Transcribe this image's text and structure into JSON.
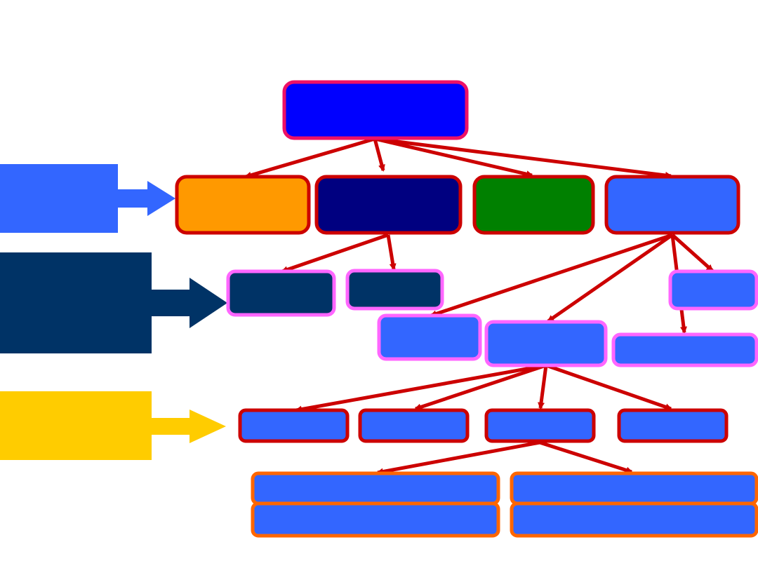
{
  "palette": {
    "connector": "#cc0000",
    "root_fill": "#0000ff",
    "root_border": "#ee1166",
    "orange": "#ff9900",
    "navy": "#000080",
    "green": "#008000",
    "blue": "#3366ff",
    "level1_border": "#cc0000",
    "level2_dark": "#003366",
    "level2_border": "#ff66ff",
    "level3_border": "#cc0000",
    "level4_border": "#ff6600",
    "callout_blue": "#3366ff",
    "callout_navy": "#003366",
    "callout_yellow": "#ffcc00"
  },
  "diagram": {
    "callouts": [
      {
        "id": "callout-level1",
        "fill": "#3366ff"
      },
      {
        "id": "callout-level2",
        "fill": "#003366"
      },
      {
        "id": "callout-level3",
        "fill": "#ffcc00"
      }
    ],
    "nodes": [
      {
        "id": "root",
        "fill": "#0000ff",
        "border": "#ee1166"
      },
      {
        "id": "l1-orange",
        "fill": "#ff9900",
        "border": "#cc0000"
      },
      {
        "id": "l1-navy",
        "fill": "#000080",
        "border": "#cc0000"
      },
      {
        "id": "l1-green",
        "fill": "#008000",
        "border": "#cc0000"
      },
      {
        "id": "l1-blue",
        "fill": "#3366ff",
        "border": "#cc0000"
      },
      {
        "id": "l2-dark-a",
        "fill": "#003366",
        "border": "#ff66ff"
      },
      {
        "id": "l2-dark-b",
        "fill": "#003366",
        "border": "#ff66ff"
      },
      {
        "id": "l2-blue-a",
        "fill": "#3366ff",
        "border": "#ff66ff"
      },
      {
        "id": "l2-blue-b",
        "fill": "#3366ff",
        "border": "#ff66ff"
      },
      {
        "id": "l2-blue-c",
        "fill": "#3366ff",
        "border": "#ff66ff"
      },
      {
        "id": "l2-blue-d",
        "fill": "#3366ff",
        "border": "#ff66ff"
      },
      {
        "id": "l3-a",
        "fill": "#3366ff",
        "border": "#cc0000"
      },
      {
        "id": "l3-b",
        "fill": "#3366ff",
        "border": "#cc0000"
      },
      {
        "id": "l3-c",
        "fill": "#3366ff",
        "border": "#cc0000"
      },
      {
        "id": "l3-d",
        "fill": "#3366ff",
        "border": "#cc0000"
      },
      {
        "id": "l4-a-top",
        "fill": "#3366ff",
        "border": "#ff6600"
      },
      {
        "id": "l4-a-bottom",
        "fill": "#3366ff",
        "border": "#ff6600"
      },
      {
        "id": "l4-b-top",
        "fill": "#3366ff",
        "border": "#ff6600"
      },
      {
        "id": "l4-b-bottom",
        "fill": "#3366ff",
        "border": "#ff6600"
      }
    ],
    "edges": [
      {
        "from": "root",
        "to": "l1-orange"
      },
      {
        "from": "root",
        "to": "l1-navy"
      },
      {
        "from": "root",
        "to": "l1-green"
      },
      {
        "from": "root",
        "to": "l1-blue"
      },
      {
        "from": "l1-navy",
        "to": "l2-dark-a"
      },
      {
        "from": "l1-navy",
        "to": "l2-dark-b"
      },
      {
        "from": "l1-blue",
        "to": "l2-blue-a"
      },
      {
        "from": "l1-blue",
        "to": "l2-blue-b"
      },
      {
        "from": "l1-blue",
        "to": "l2-blue-c"
      },
      {
        "from": "l1-blue",
        "to": "l2-blue-d"
      },
      {
        "from": "l2-blue-b",
        "to": "l3-a"
      },
      {
        "from": "l2-blue-b",
        "to": "l3-b"
      },
      {
        "from": "l2-blue-b",
        "to": "l3-c"
      },
      {
        "from": "l2-blue-b",
        "to": "l3-d"
      },
      {
        "from": "l3-c",
        "to": "l4-a-top"
      },
      {
        "from": "l3-c",
        "to": "l4-b-top"
      }
    ]
  }
}
